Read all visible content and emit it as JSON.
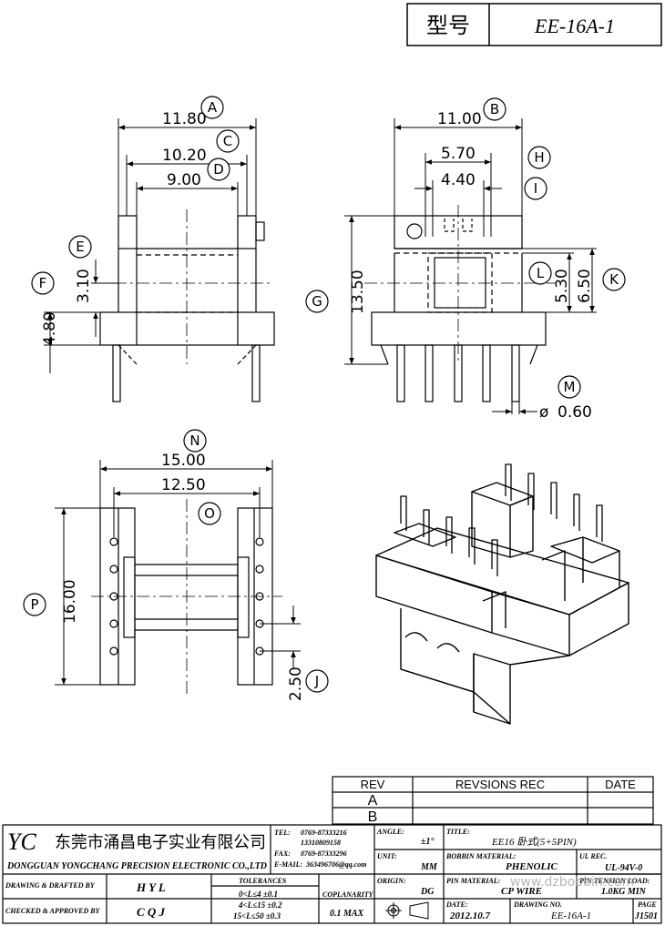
{
  "header": {
    "model_label": "型号",
    "model_value": "EE-16A-1"
  },
  "dimensions": {
    "A": "11.80",
    "C": "10.20",
    "D": "9.00",
    "E": "3.10",
    "F": "4.80",
    "B": "11.00",
    "H": "5.70",
    "I": "4.40",
    "G": "13.50",
    "L": "5.30",
    "K": "6.50",
    "M": "0.60",
    "N": "15.00",
    "O": "12.50",
    "P": "16.00",
    "J": "2.50"
  },
  "diameter_symbol": "ø",
  "bubbles": [
    "A",
    "B",
    "C",
    "D",
    "E",
    "F",
    "G",
    "H",
    "I",
    "J",
    "K",
    "L",
    "M",
    "N",
    "O",
    "P"
  ],
  "revision": {
    "headers": [
      "REV",
      "REVSIONS REC",
      "DATE"
    ],
    "rows": [
      "A",
      "B"
    ]
  },
  "company": {
    "logo": "YC",
    "name_cn": "东莞市涌昌电子实业有限公司",
    "name_en": "DONGGUAN YONGCHANG PRECISION ELECTRONIC CO.,LTD",
    "tel_label": "TEL:",
    "tel": "0769-87333216",
    "tel2": "13310809158",
    "fax_label": "FAX:",
    "fax": "0769-87333296",
    "email_label": "E-MAIL:",
    "email": "363496706@qq.com"
  },
  "title_block": {
    "angle_label": "ANGLE:",
    "angle_value": "±1°",
    "title_label": "TITLE:",
    "title_value": "EE16 卧式(5+5PIN)",
    "unit_label": "UNIT:",
    "unit_value": "MM",
    "material_label": "BOBBIN MATERIAL:",
    "material_value": "PHENOLIC",
    "ul_label": "UL REC.",
    "ul_value": "UL-94V-0",
    "origin_label": "ORIGIN:",
    "origin_value": "DG",
    "pin_material_label": "PIN MATERIAL:",
    "pin_material_value": "CP WIRE",
    "pin_tension_label": "PIN TENSION LOAD:",
    "pin_tension_value": "1.0KG MIN",
    "drawn_label": "DRAWING & DRAFTED BY",
    "drawn_value": "H Y L",
    "checked_label": "CHECKED & APPROVED BY",
    "checked_value": "C Q J",
    "tolerances_label": "TOLERANCES",
    "tol_1": "0<L≤4   ±0.1",
    "tol_2": "4<L≤15  ±0.2",
    "tol_3": "15<L≤50  ±0.3",
    "coplanarity_label": "COPLANARITY",
    "coplanarity_value": "0.1 MAX",
    "date_label": "DATE:",
    "date_value": "2012.10.7",
    "drawing_no_label": "DRAWING NO.",
    "drawing_no_value": "EE-16A-1",
    "page_label": "PAGE",
    "page_value": "J1501"
  },
  "watermark": "www.dzbobbin.com"
}
